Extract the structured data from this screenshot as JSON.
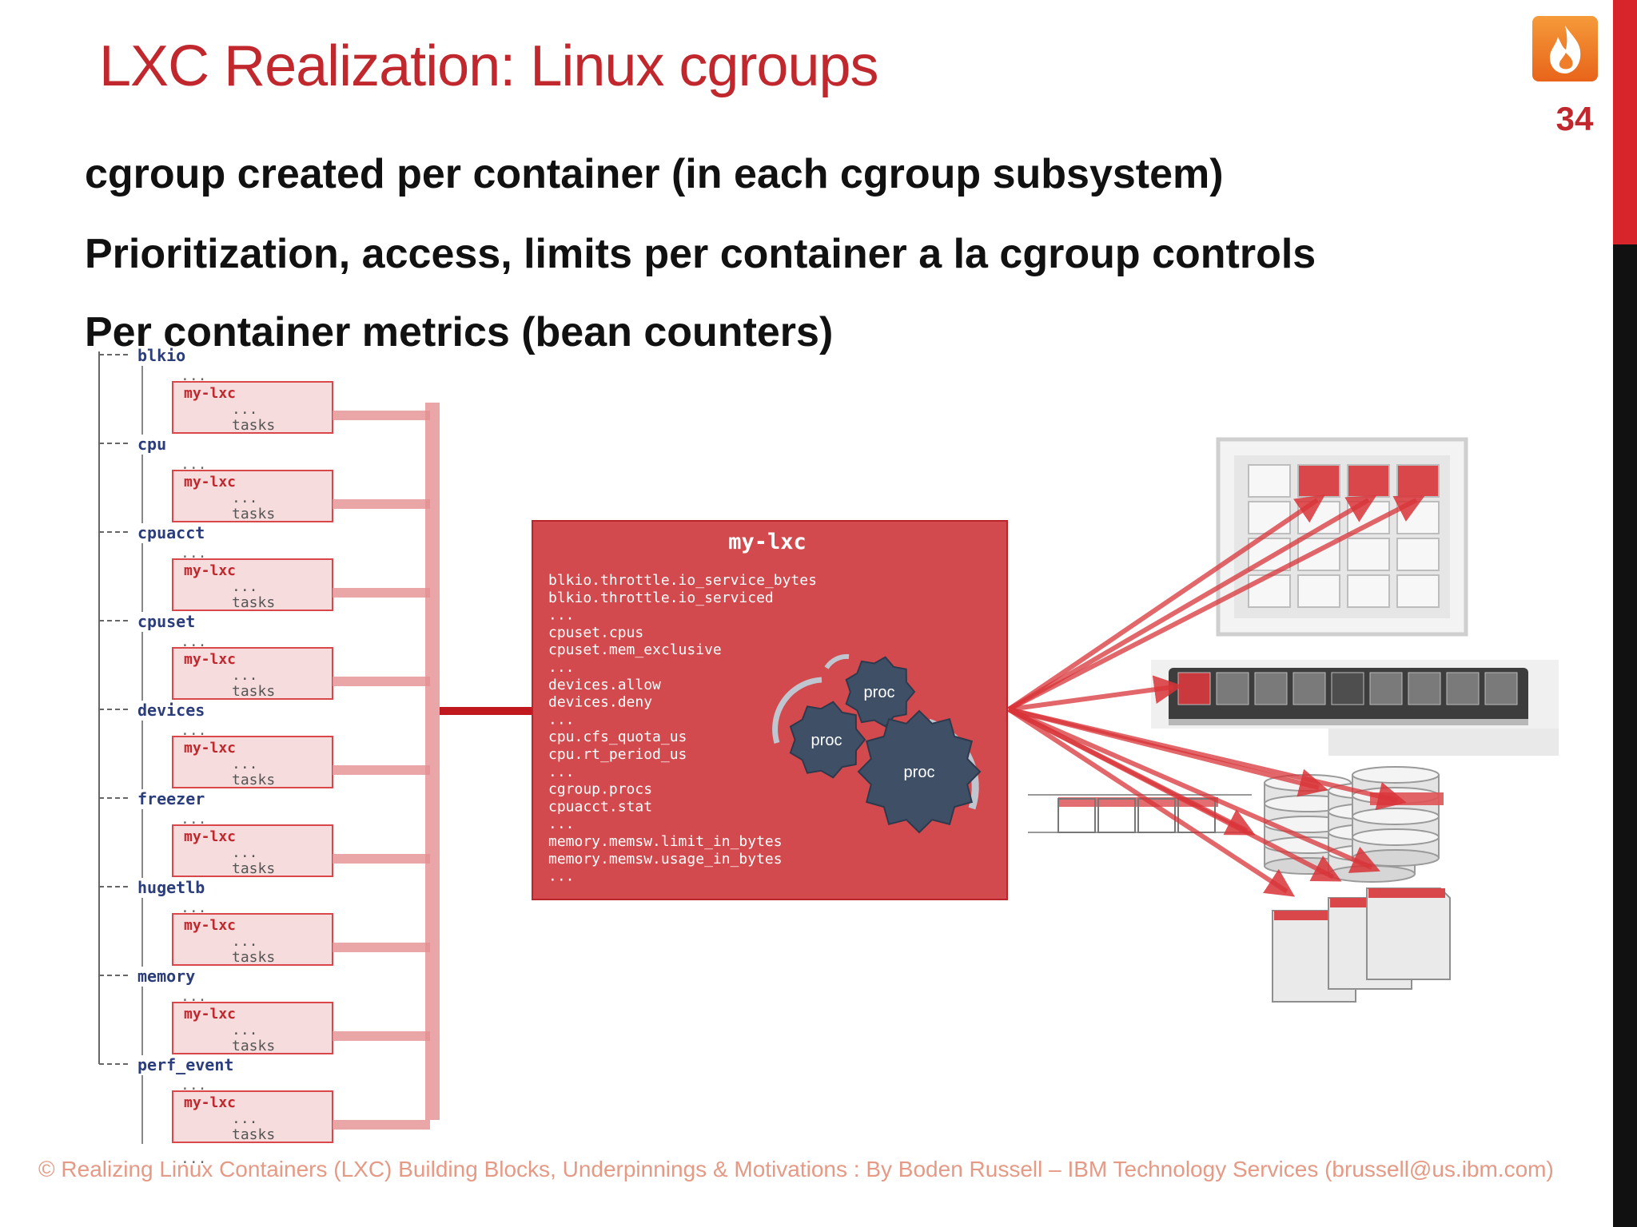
{
  "slide": {
    "title": "LXC Realization: Linux cgroups",
    "page_number": "34",
    "bullets": [
      "cgroup created per container (in each cgroup subsystem)",
      "Prioritization, access, limits per container a la cgroup controls",
      "Per container metrics (bean counters)"
    ],
    "footer": "© Realizing Linux Containers (LXC) Building Blocks, Underpinnings & Motivations : By Boden Russell – IBM Technology Services (brussell@us.ibm.com)"
  },
  "tree": {
    "subsystems": [
      "blkio",
      "cpu",
      "cpuacct",
      "cpuset",
      "devices",
      "freezer",
      "hugetlb",
      "memory",
      "perf_event"
    ],
    "ellipsis": "...",
    "group_name": "my-lxc",
    "tasks_label": "tasks"
  },
  "cgroup_box": {
    "title": "my-lxc",
    "lines": [
      "blkio.throttle.io_service_bytes",
      "blkio.throttle.io_serviced",
      "...",
      "cpuset.cpus",
      "cpuset.mem_exclusive",
      "...",
      "devices.allow",
      "devices.deny",
      "...",
      "cpu.cfs_quota_us",
      "cpu.rt_period_us",
      "...",
      "cgroup.procs",
      "cpuacct.stat",
      "...",
      "memory.memsw.limit_in_bytes",
      "memory.memsw.usage_in_bytes",
      "..."
    ],
    "procs": [
      "proc",
      "proc",
      "proc"
    ]
  },
  "colors": {
    "accent_red": "#c0282d",
    "box_red": "#d24a4d",
    "gear": "#3e4f66",
    "tree_text": "#2b3d7a"
  },
  "icons": [
    "flame-logo-icon",
    "cpu-grid-icon",
    "memory-module-icon",
    "disk-stack-icon",
    "document-stack-icon",
    "network-queue-icon"
  ]
}
